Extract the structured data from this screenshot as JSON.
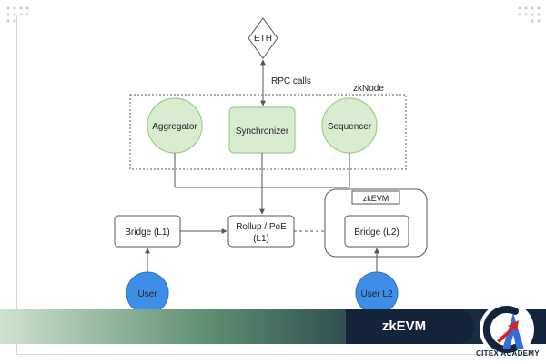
{
  "diagram": {
    "nodes": {
      "eth": "ETH",
      "rpc": "RPC calls",
      "zknode": "zkNode",
      "aggregator": "Aggregator",
      "synchronizer": "Synchronizer",
      "sequencer": "Sequencer",
      "bridge_l1": "Bridge (L1)",
      "rollup_line1": "Rollup / PoE",
      "rollup_line2": "(L1)",
      "zkevm_box": "zkEVM",
      "bridge_l2": "Bridge (L2)",
      "user": "User",
      "user_l2": "User L2"
    }
  },
  "banner": {
    "title": "zkEVM"
  },
  "brand": {
    "logo_text": "CITEX ACADEMY"
  },
  "colors": {
    "green_fill": "#d8ecd0",
    "green_stroke": "#9fcb8e",
    "blue_fill": "#3e8ee8",
    "blue_stroke": "#2a6fc4",
    "line": "#555555",
    "banner_dark": "#13233a",
    "accent_red": "#e02020"
  }
}
